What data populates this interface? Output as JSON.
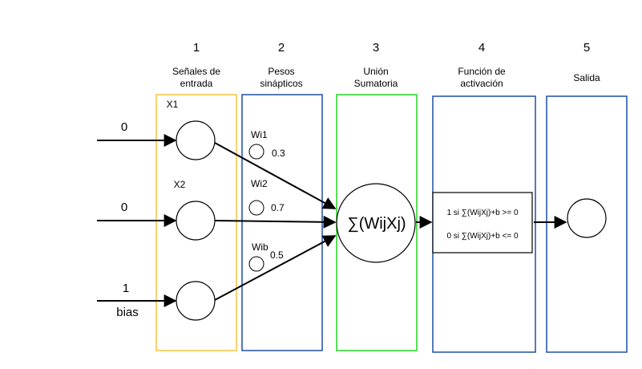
{
  "columns": [
    {
      "number": "1",
      "title_line1": "Señales de",
      "title_line2": "entrada",
      "color": "#f5c242"
    },
    {
      "number": "2",
      "title_line1": "Pesos",
      "title_line2": "sinápticos",
      "color": "#1f4fa3"
    },
    {
      "number": "3",
      "title_line1": "Unión",
      "title_line2": "Sumatoria",
      "color": "#22d622"
    },
    {
      "number": "4",
      "title_line1": "Función de",
      "title_line2": "activación",
      "color": "#1f4fa3"
    },
    {
      "number": "5",
      "title_line1": "Salida",
      "title_line2": "",
      "color": "#1f4fa3"
    }
  ],
  "inputs": [
    {
      "value": "0",
      "node_label": "X1"
    },
    {
      "value": "0",
      "node_label": "X2"
    },
    {
      "value": "1",
      "node_label": "bias"
    }
  ],
  "weights": [
    {
      "name": "Wi1",
      "value": "0.3"
    },
    {
      "name": "Wi2",
      "value": "0.7"
    },
    {
      "name": "Wib",
      "value": "0.5"
    }
  ],
  "summation": {
    "label": "∑(WijXj)"
  },
  "activation": {
    "rule1": "1 si ∑(WijXj)+b >= 0",
    "rule2": "0 si ∑(WijXj)+b <= 0"
  }
}
